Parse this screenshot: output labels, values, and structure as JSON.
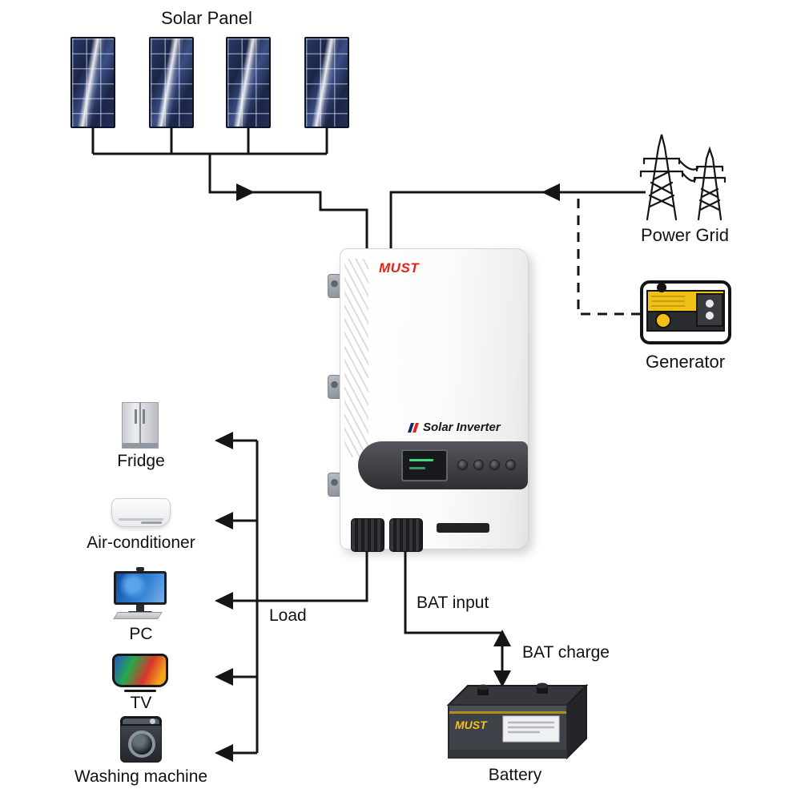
{
  "labels": {
    "solar_panel": "Solar Panel",
    "power_grid": "Power Grid",
    "generator": "Generator",
    "load": "Load",
    "bat_input": "BAT input",
    "bat_charge": "BAT charge",
    "battery": "Battery"
  },
  "inverter": {
    "brand": "MUST",
    "product": "Solar Inverter"
  },
  "battery": {
    "brand": "MUST"
  },
  "loads": [
    {
      "id": "fridge",
      "label": "Fridge"
    },
    {
      "id": "air-conditioner",
      "label": "Air-conditioner"
    },
    {
      "id": "pc",
      "label": "PC"
    },
    {
      "id": "tv",
      "label": "TV"
    },
    {
      "id": "washing-machine",
      "label": "Washing machine"
    }
  ],
  "colors": {
    "line": "#151515",
    "brand_red": "#e2231a",
    "panel_blue": "#1c2950",
    "generator_yellow": "#efc117",
    "battery_brand_yellow": "#f2c31c"
  }
}
